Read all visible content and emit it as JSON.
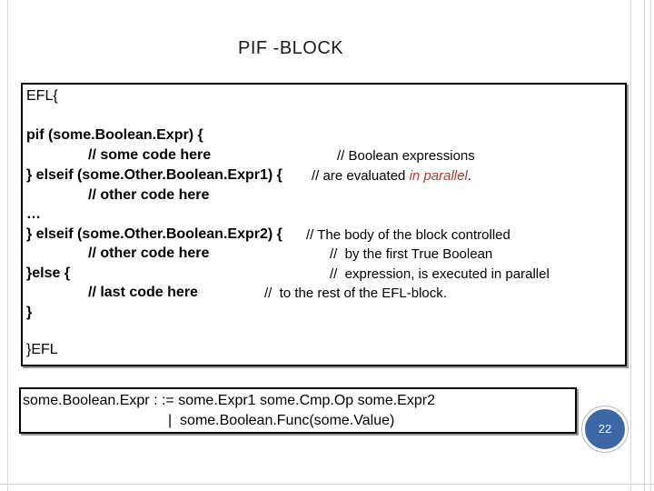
{
  "slide": {
    "title": "PIF -BLOCK",
    "page_number": "22"
  },
  "code": {
    "open": "EFL{",
    "l1": "pif (some.Boolean.Expr) {",
    "l2": "// some code here",
    "l3": "} elseif (some.Other.Boolean.Expr1) {",
    "l4": "// other code here",
    "l5": "…",
    "l6": "} elseif (some.Other.Boolean.Expr2) {",
    "l7": "// other code here",
    "l8": "}else {",
    "l9": "// last code here",
    "l10": "}",
    "close": "}EFL"
  },
  "notes": {
    "n1": "// Boolean expressions",
    "n2_pre": "// are evaluated ",
    "n2_hl": "in parallel",
    "n2_post": ".",
    "n3": "// The body of the block controlled",
    "n4": "//  by the first True Boolean",
    "n5": "//  expression, is executed in parallel",
    "n6": "//  to the rest of the EFL-block."
  },
  "grammar": {
    "g1": "some.Boolean.Expr : := some.Expr1 some.Cmp.Op some.Expr2",
    "g2": "|  some.Boolean.Func(some.Value)"
  },
  "colors": {
    "highlight": "#b13a2a",
    "badge": "#3c66a6"
  }
}
